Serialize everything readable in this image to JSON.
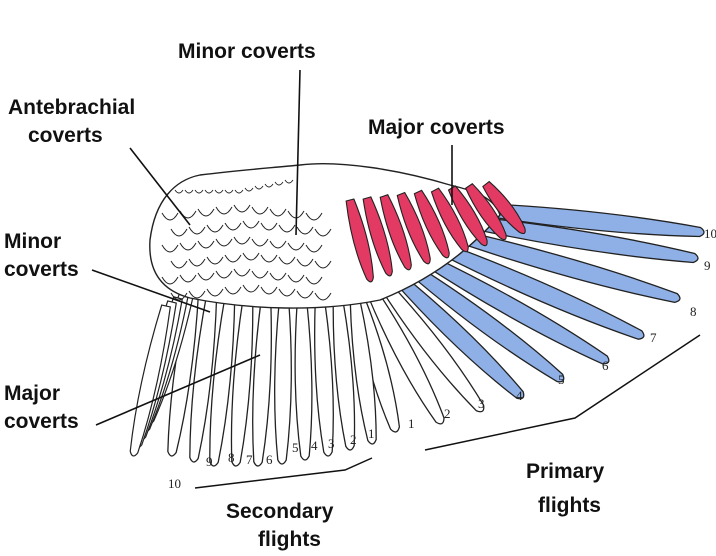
{
  "labels": {
    "minor_coverts_top": "Minor coverts",
    "antebrachial_line1": "Antebrachial",
    "antebrachial_line2": "coverts",
    "major_coverts_top": "Major coverts",
    "minor_coverts_left_line1": "Minor",
    "minor_coverts_left_line2": "coverts",
    "major_coverts_left_line1": "Major",
    "major_coverts_left_line2": "coverts",
    "primary_line1": "Primary",
    "primary_line2": "flights",
    "secondary_line1": "Secondary",
    "secondary_line2": "flights"
  },
  "primary_numbers": [
    "1",
    "2",
    "3",
    "4",
    "5",
    "6",
    "7",
    "8",
    "9",
    "10"
  ],
  "secondary_numbers": [
    "1",
    "2",
    "3",
    "4",
    "5",
    "6",
    "7",
    "8",
    "9",
    "10"
  ],
  "colors": {
    "primary_fill": "#8fb0e6",
    "major_coverts_fill": "#e23a62",
    "outline": "#222222",
    "feather_fill": "#ffffff"
  }
}
